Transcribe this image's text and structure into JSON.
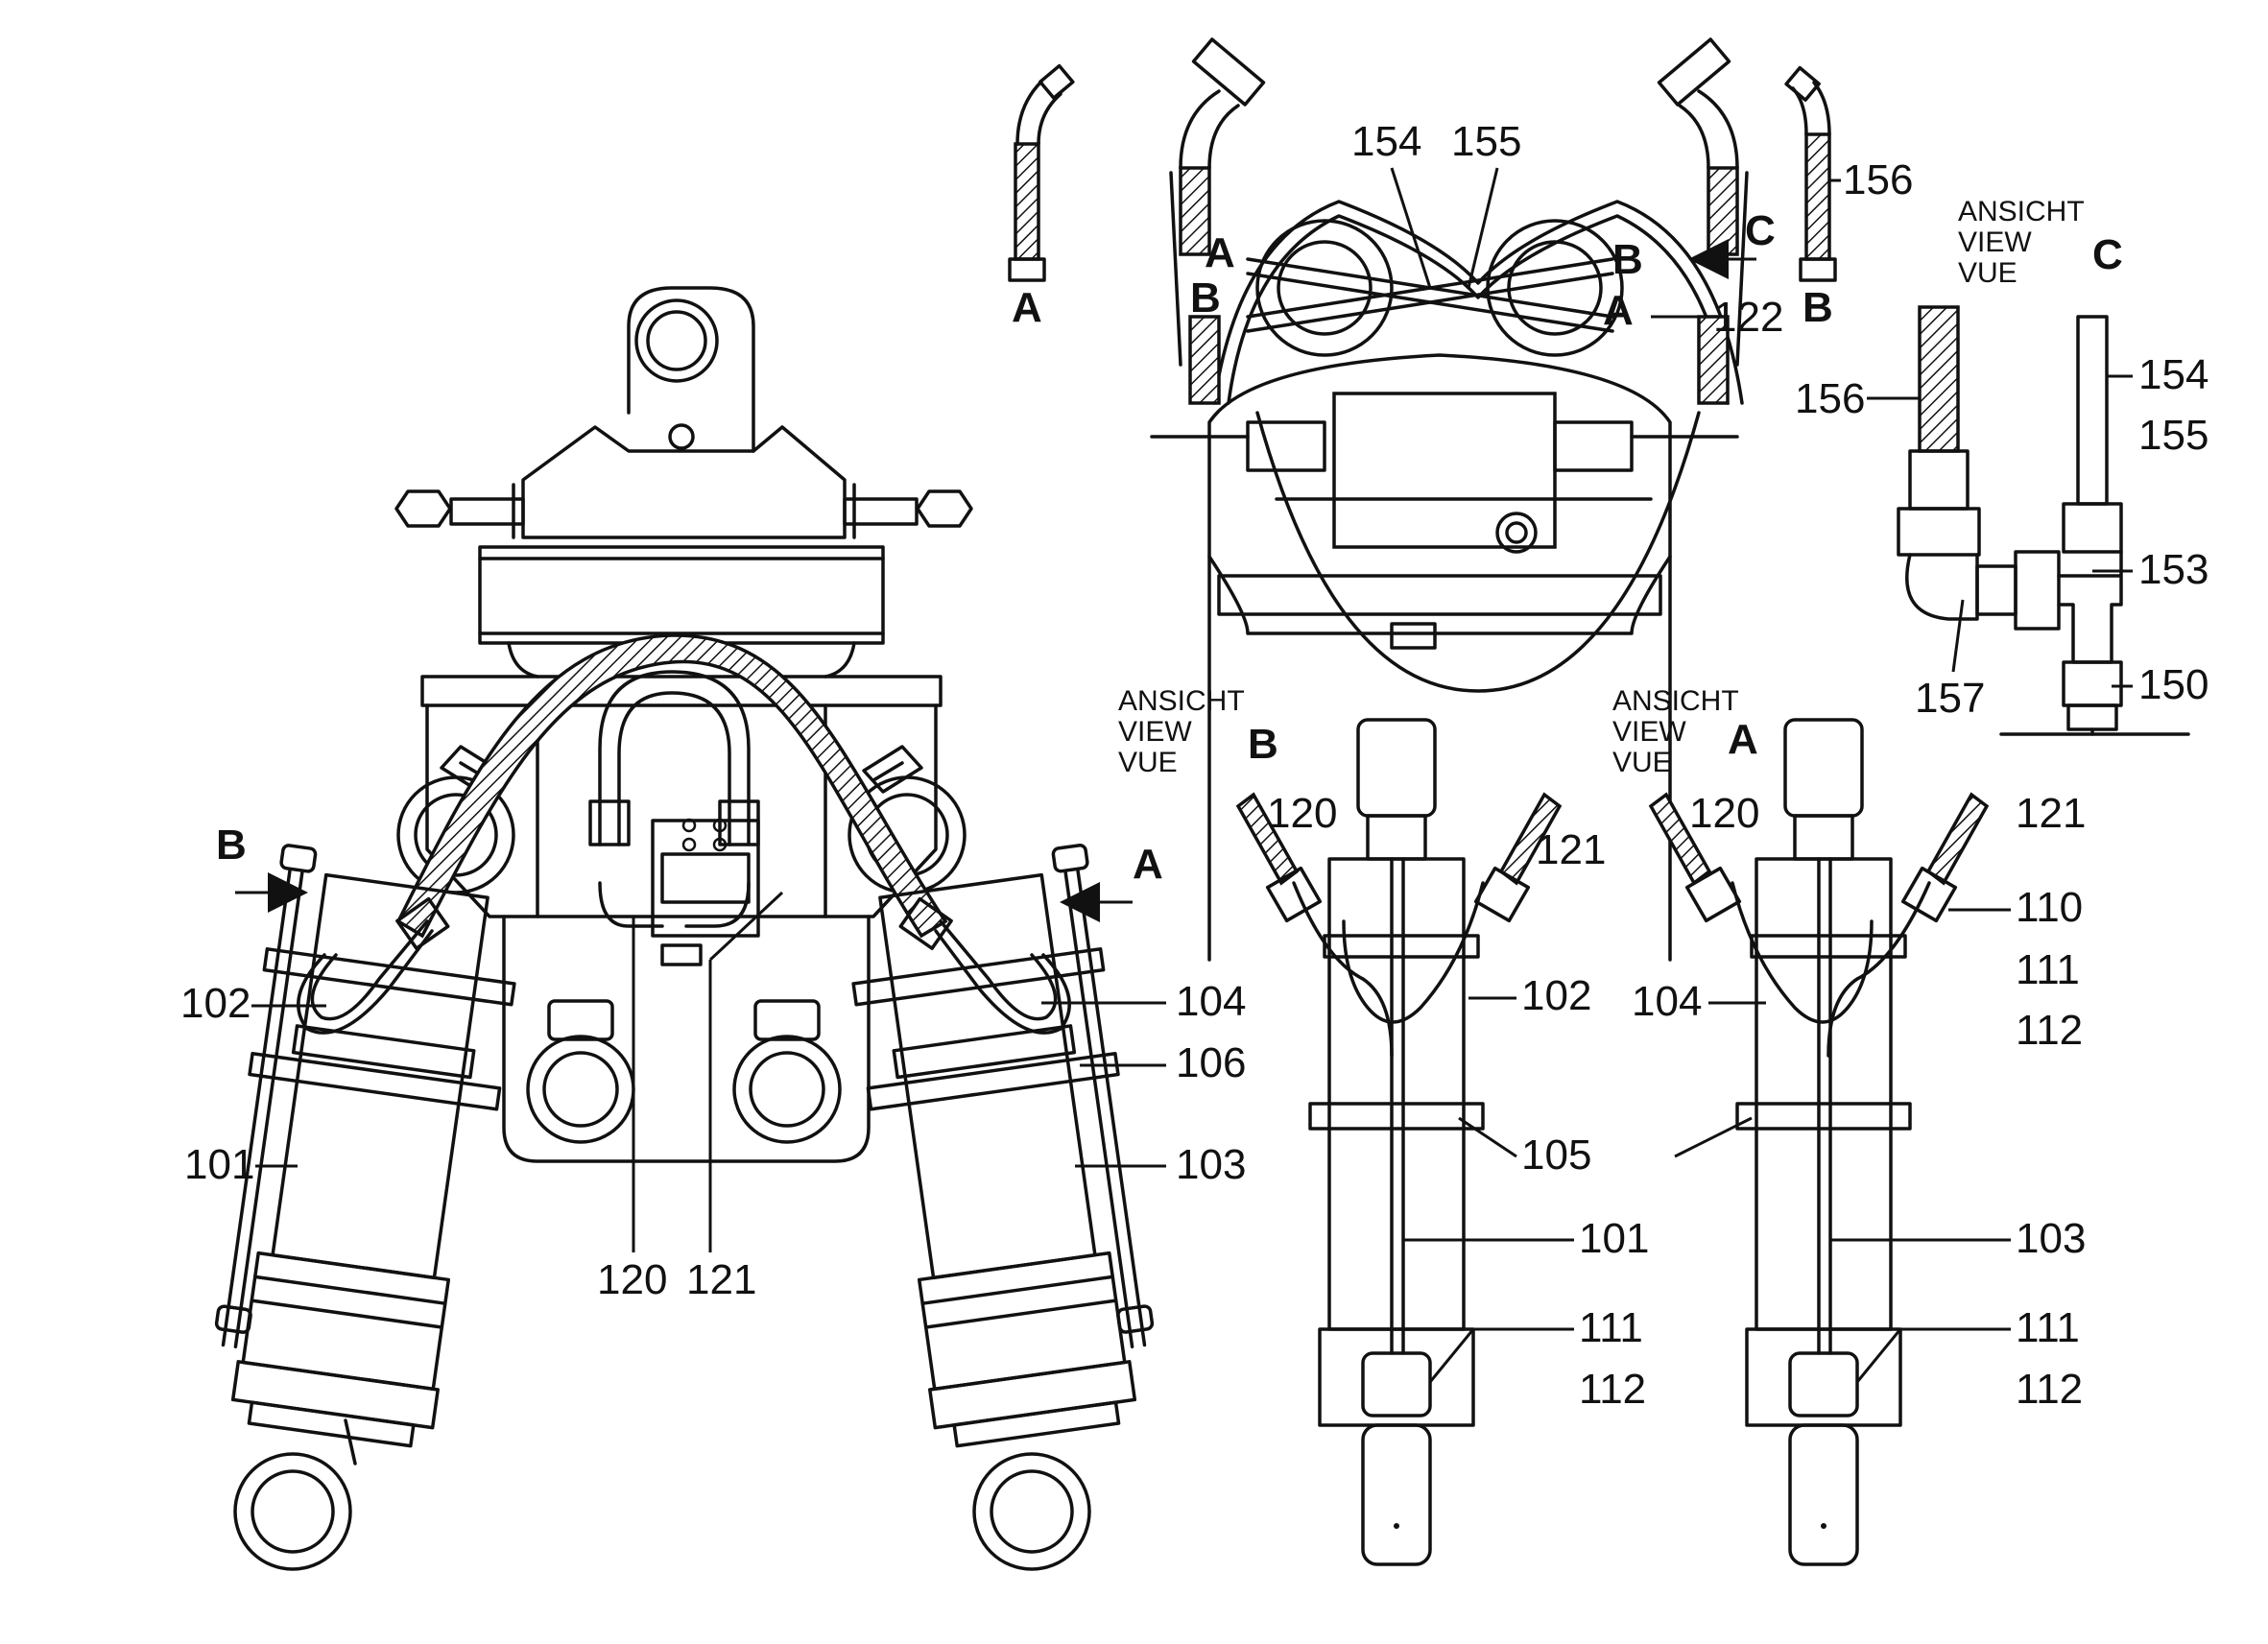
{
  "labels": {
    "l101a": "101",
    "l102a": "102",
    "l104a": "104",
    "l106": "106",
    "l103a": "103",
    "l120a": "120",
    "l121a": "121",
    "l154a": "154",
    "l155a": "155",
    "l156a": "156",
    "l122": "122",
    "l156b": "156",
    "l154b": "154",
    "l155b": "155",
    "l153": "153",
    "l157": "157",
    "l150": "150",
    "l120b": "120",
    "l121b": "121",
    "l102b": "102",
    "l105": "105",
    "l101b": "101",
    "l111b": "111",
    "l112b": "112",
    "l120c": "120",
    "l121c": "121",
    "l110": "110",
    "l111c": "111",
    "l112c": "112",
    "l104c": "104",
    "l103c": "103",
    "l111d": "111",
    "l112d": "112"
  },
  "letters": {
    "arrowB": "B",
    "arrowA": "A",
    "arrowC": "C",
    "hoseA": "A",
    "hoseB": "B",
    "viewC_letter": "C",
    "viewB_letter": "B",
    "viewA_letter": "A",
    "topA1": "A",
    "topB1": "B",
    "topB2": "B",
    "topA2": "A"
  },
  "views": {
    "c": [
      "ANSICHT",
      "VIEW",
      "VUE"
    ],
    "b": [
      "ANSICHT",
      "VIEW",
      "VUE"
    ],
    "a": [
      "ANSICHT",
      "VIEW",
      "VUE"
    ]
  }
}
